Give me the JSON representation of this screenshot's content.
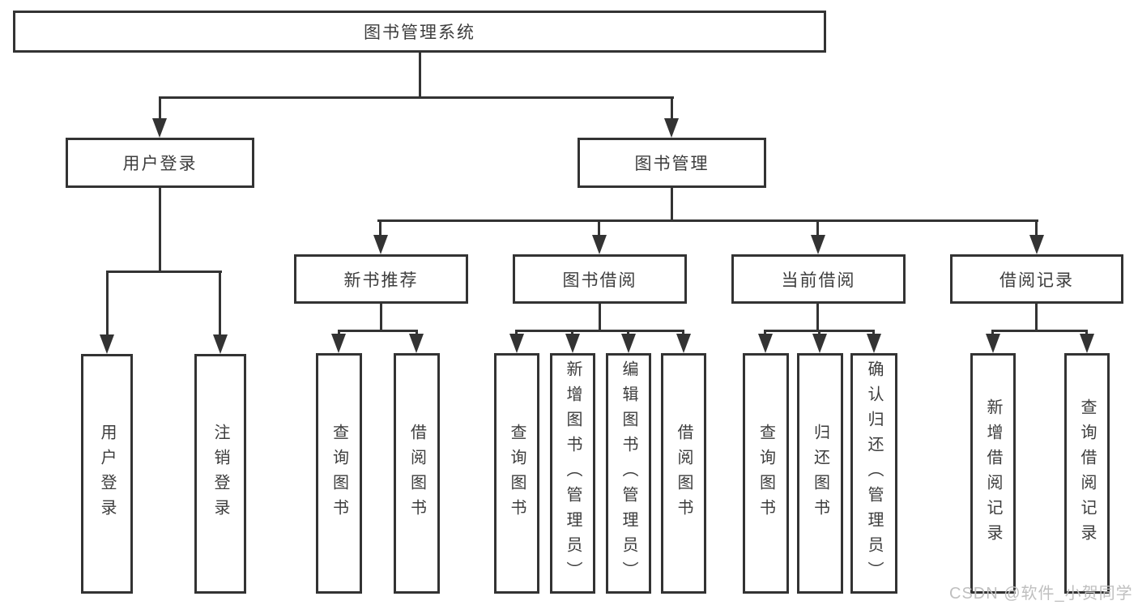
{
  "diagram": {
    "root": {
      "label": "图书管理系统"
    },
    "level2": [
      {
        "label": "用户登录"
      },
      {
        "label": "图书管理"
      }
    ],
    "level3": [
      {
        "label": "新书推荐"
      },
      {
        "label": "图书借阅"
      },
      {
        "label": "当前借阅"
      },
      {
        "label": "借阅记录"
      }
    ],
    "leaves": {
      "user_login": [
        "用户登录",
        "注销登录"
      ],
      "new_book_recommend": [
        "查询图书",
        "借阅图书"
      ],
      "book_borrow": [
        "查询图书",
        "新增图书（管理员）",
        "编辑图书（管理员）",
        "借阅图书"
      ],
      "current_borrow": [
        "查询图书",
        "归还图书",
        "确认归还（管理员）"
      ],
      "borrow_records": [
        "新增借阅记录",
        "查询借阅记录"
      ]
    }
  },
  "watermark": "CSDN @软件_小贺同学",
  "colors": {
    "line": "#333333",
    "text": "#3d3d3d",
    "background": "#ffffff",
    "watermark": "#bfbfbf"
  }
}
